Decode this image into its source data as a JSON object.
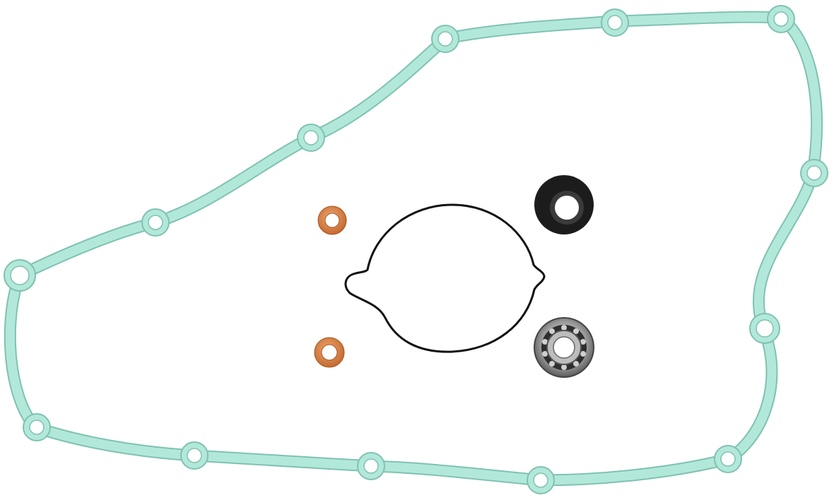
{
  "scene": {
    "background": "#ffffff",
    "items": [
      {
        "name": "cover-gasket",
        "color": "#a9e2d3"
      },
      {
        "name": "copper-washer",
        "count": 2,
        "color": "#d98748"
      },
      {
        "name": "o-ring",
        "color": "#111111"
      },
      {
        "name": "oil-seal",
        "color": "#1a1a1a"
      },
      {
        "name": "ball-bearing",
        "color": "#8f9090"
      }
    ]
  }
}
